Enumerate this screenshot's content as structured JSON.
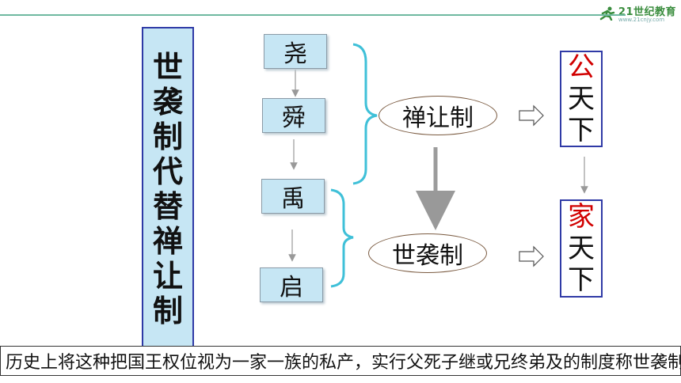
{
  "logo": {
    "text": "21世纪教育",
    "sub": "www.21cnjy.com",
    "icon": "runner-icon"
  },
  "title_chars": [
    "世",
    "袭",
    "制",
    "代",
    "替",
    "禅",
    "让",
    "制"
  ],
  "rulers": [
    "尧",
    "舜",
    "禹",
    "启"
  ],
  "systems": {
    "shanrang": "禅让制",
    "shixi": "世袭制"
  },
  "results": {
    "gong": {
      "first": "公",
      "rest": [
        "天",
        "下"
      ]
    },
    "jia": {
      "first": "家",
      "rest": [
        "天",
        "下"
      ]
    }
  },
  "caption": "历史上将这种把国王权位视为一家一族的私产，实行父死子继或兄终弟及的制度称世袭制。",
  "colors": {
    "box_fill": "#c6e6f4",
    "box_border": "#2f3aa6",
    "bracket": "#3fc0d8",
    "highlight": "#d10000"
  }
}
